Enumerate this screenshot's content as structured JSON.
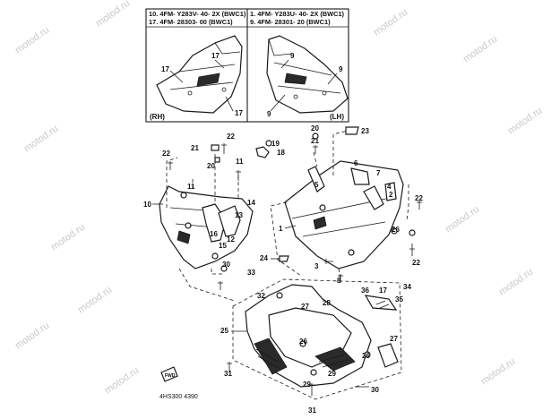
{
  "diagram": {
    "header_left": [
      "10. 4FM- Y283V- 40- 2X (BWC1)",
      "17. 4FM- 28303- 00 (BWC1)"
    ],
    "header_right": [
      "1. 4FM- Y283U- 40- 2X (BWC1)",
      "9. 4FM- 28301- 20 (BWC1)"
    ],
    "side_rh": "(RH)",
    "side_lh": "(LH)",
    "footer_code": "4HS300 4390",
    "fwd_label": "FWD",
    "watermark": "motod.ru",
    "callouts": {
      "c17a": "17",
      "c17b": "17",
      "c17c": "17",
      "c9a": "9",
      "c9b": "9",
      "c9c": "9",
      "c22a": "22",
      "c21": "21",
      "c20a": "20",
      "c11a": "11",
      "c11b": "11",
      "c19": "19",
      "c18": "18",
      "c10": "10",
      "c14": "14",
      "c13": "13",
      "c12": "12",
      "c16": "16",
      "c15": "15",
      "c30a": "30",
      "c20b": "20",
      "c23": "23",
      "c6": "6",
      "c7": "7",
      "c4": "4",
      "c5": "5",
      "c1": "1",
      "c2": "2",
      "c26a": "26",
      "c22b": "22",
      "c22c": "22",
      "c24": "24",
      "c3": "3",
      "c8": "8",
      "c33": "33",
      "c32": "32",
      "c36": "36",
      "c17d": "17",
      "c34": "34",
      "c35": "35",
      "c27a": "27",
      "c28": "28",
      "c25": "25",
      "c26b": "26",
      "c29a": "29",
      "c29b": "29",
      "c26c": "26",
      "c27b": "27",
      "c31a": "31",
      "c31b": "31",
      "c30b": "30"
    }
  }
}
